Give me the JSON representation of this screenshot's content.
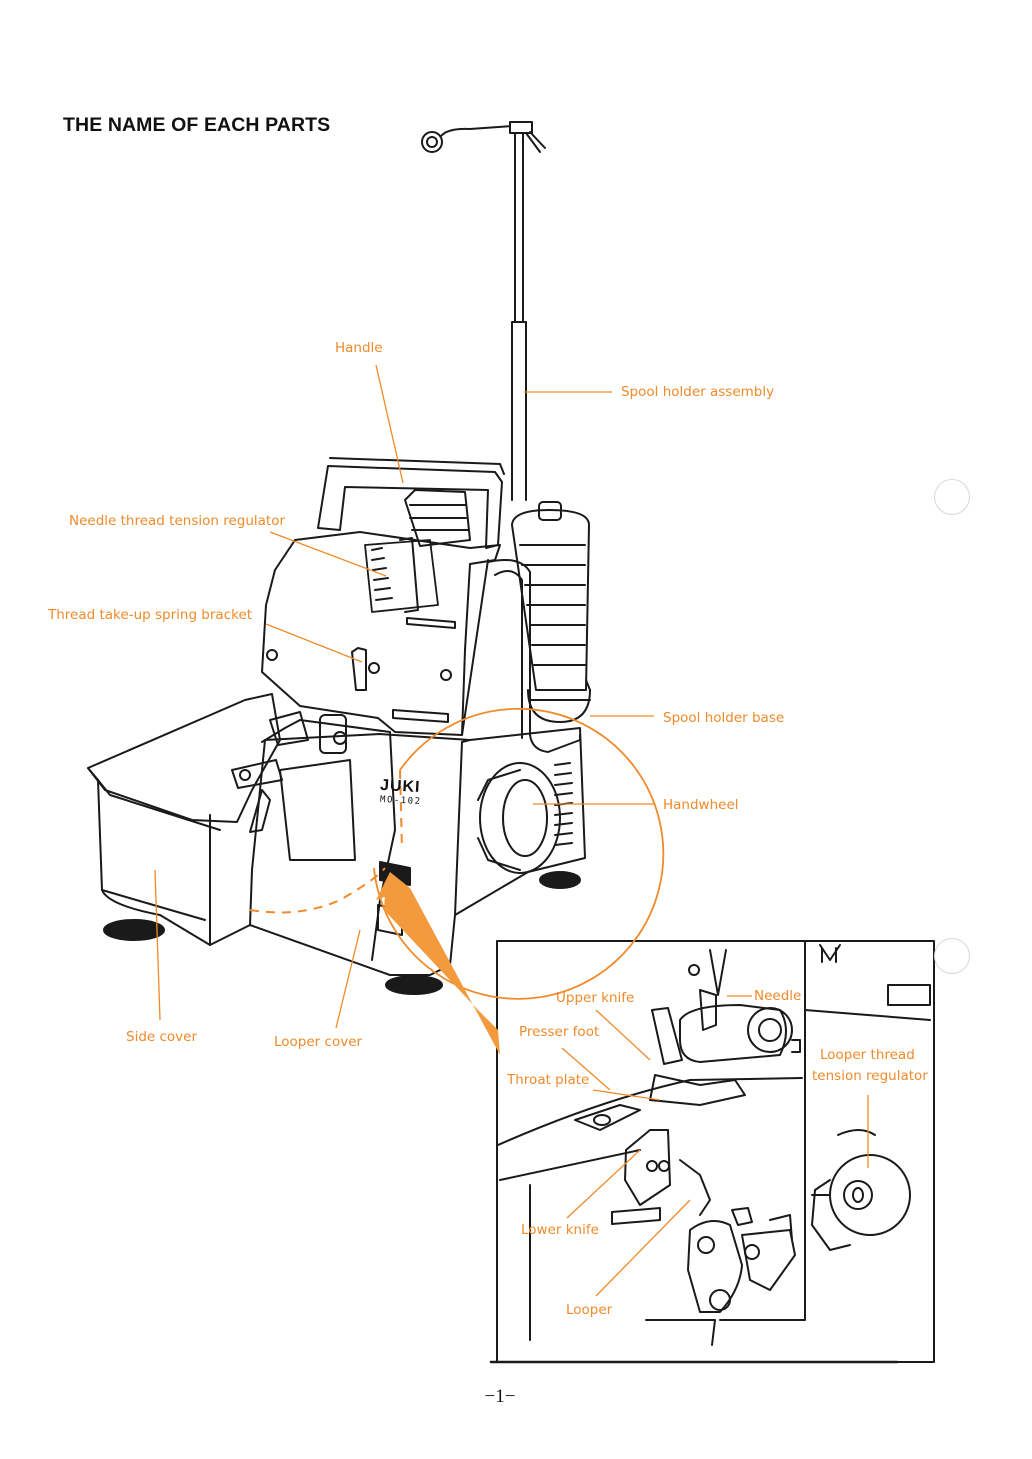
{
  "page": {
    "title": "THE NAME OF EACH PARTS",
    "page_number": "−1−"
  },
  "brand": {
    "logo_text": "JUKI",
    "model_text": "MO-102"
  },
  "colors": {
    "label": "#f08a2a",
    "ink": "#1a1a1a",
    "paper": "#ffffff"
  },
  "labels": {
    "handle": "Handle",
    "spool_holder_assembly": "Spool holder assembly",
    "needle_thread_tension_regulator": "Needle thread tension regulator",
    "thread_take_up_spring_bracket": "Thread take-up spring bracket",
    "spool_holder_base": "Spool holder base",
    "handwheel": "Handwheel",
    "side_cover": "Side cover",
    "looper_cover": "Looper cover"
  },
  "inset_labels": {
    "upper_knife": "Upper knife",
    "needle": "Needle",
    "presser_foot": "Presser foot",
    "throat_plate": "Throat plate",
    "looper_thread_tension_regulator_line1": "Looper thread",
    "looper_thread_tension_regulator_line2": "tension regulator",
    "lower_knife": "Lower knife",
    "looper": "Looper"
  }
}
